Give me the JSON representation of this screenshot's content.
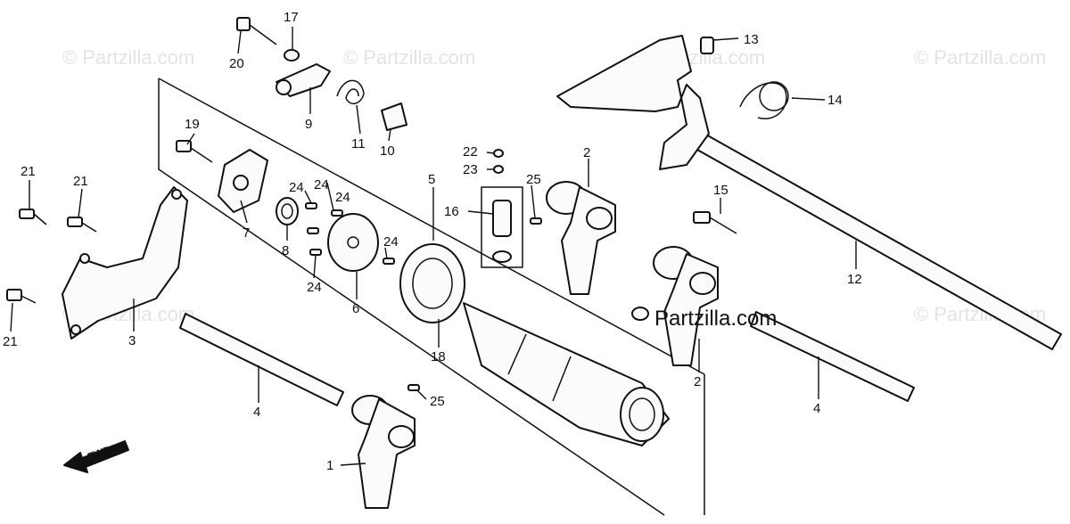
{
  "diagram": {
    "watermark": "© Partzilla.com",
    "center_watermark": "Partzilla.com",
    "direction_label": "FWD",
    "callouts": [
      "1",
      "2",
      "2",
      "3",
      "4",
      "4",
      "5",
      "6",
      "7",
      "8",
      "9",
      "10",
      "11",
      "12",
      "13",
      "14",
      "15",
      "16",
      "17",
      "18",
      "19",
      "20",
      "21",
      "21",
      "21",
      "22",
      "23",
      "24",
      "24",
      "24",
      "24",
      "24",
      "25",
      "25"
    ]
  }
}
